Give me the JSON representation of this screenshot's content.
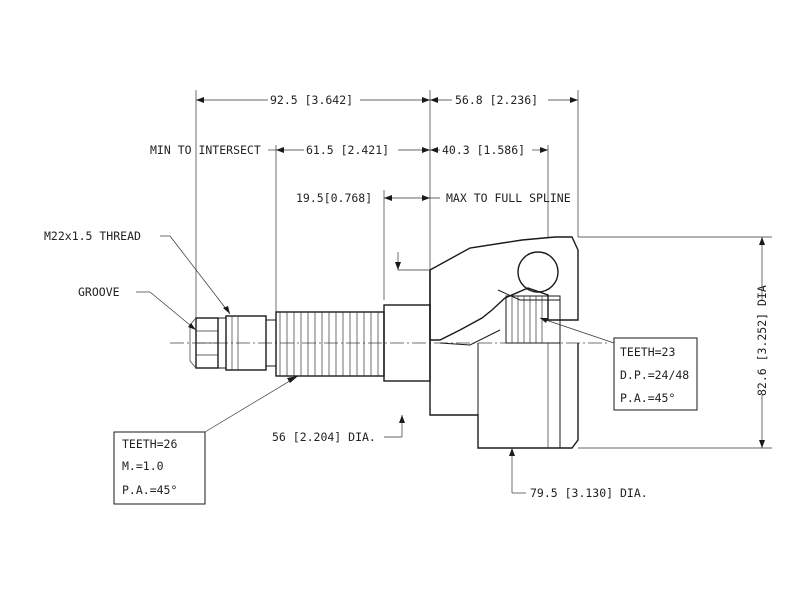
{
  "dimensions": {
    "overall_length": "92.5 [3.642]",
    "outer_length": "56.8 [2.236]",
    "min_to_intersect_label": "MIN TO INTERSECT",
    "min_to_intersect_value": "61.5 [2.421]",
    "max_to_full_spline_value": "40.3 [1.586]",
    "spline_offset": "19.5[0.768]",
    "max_to_full_spline_label": "MAX TO FULL SPLINE",
    "thread": "M22x1.5 THREAD",
    "groove": "GROOVE",
    "abs_ring_dia": "56 [2.204] DIA.",
    "housing_dia": "79.5 [3.130] DIA.",
    "outer_dia": "82.6 [3.252] DIA"
  },
  "shaft_spec": {
    "teeth": "TEETH=26",
    "module": "M.=1.0",
    "pressure_angle": "P.A.=45°"
  },
  "inner_spec": {
    "teeth": "TEETH=23",
    "pitch": "D.P.=24/48",
    "pressure_angle": "P.A.=45°"
  }
}
